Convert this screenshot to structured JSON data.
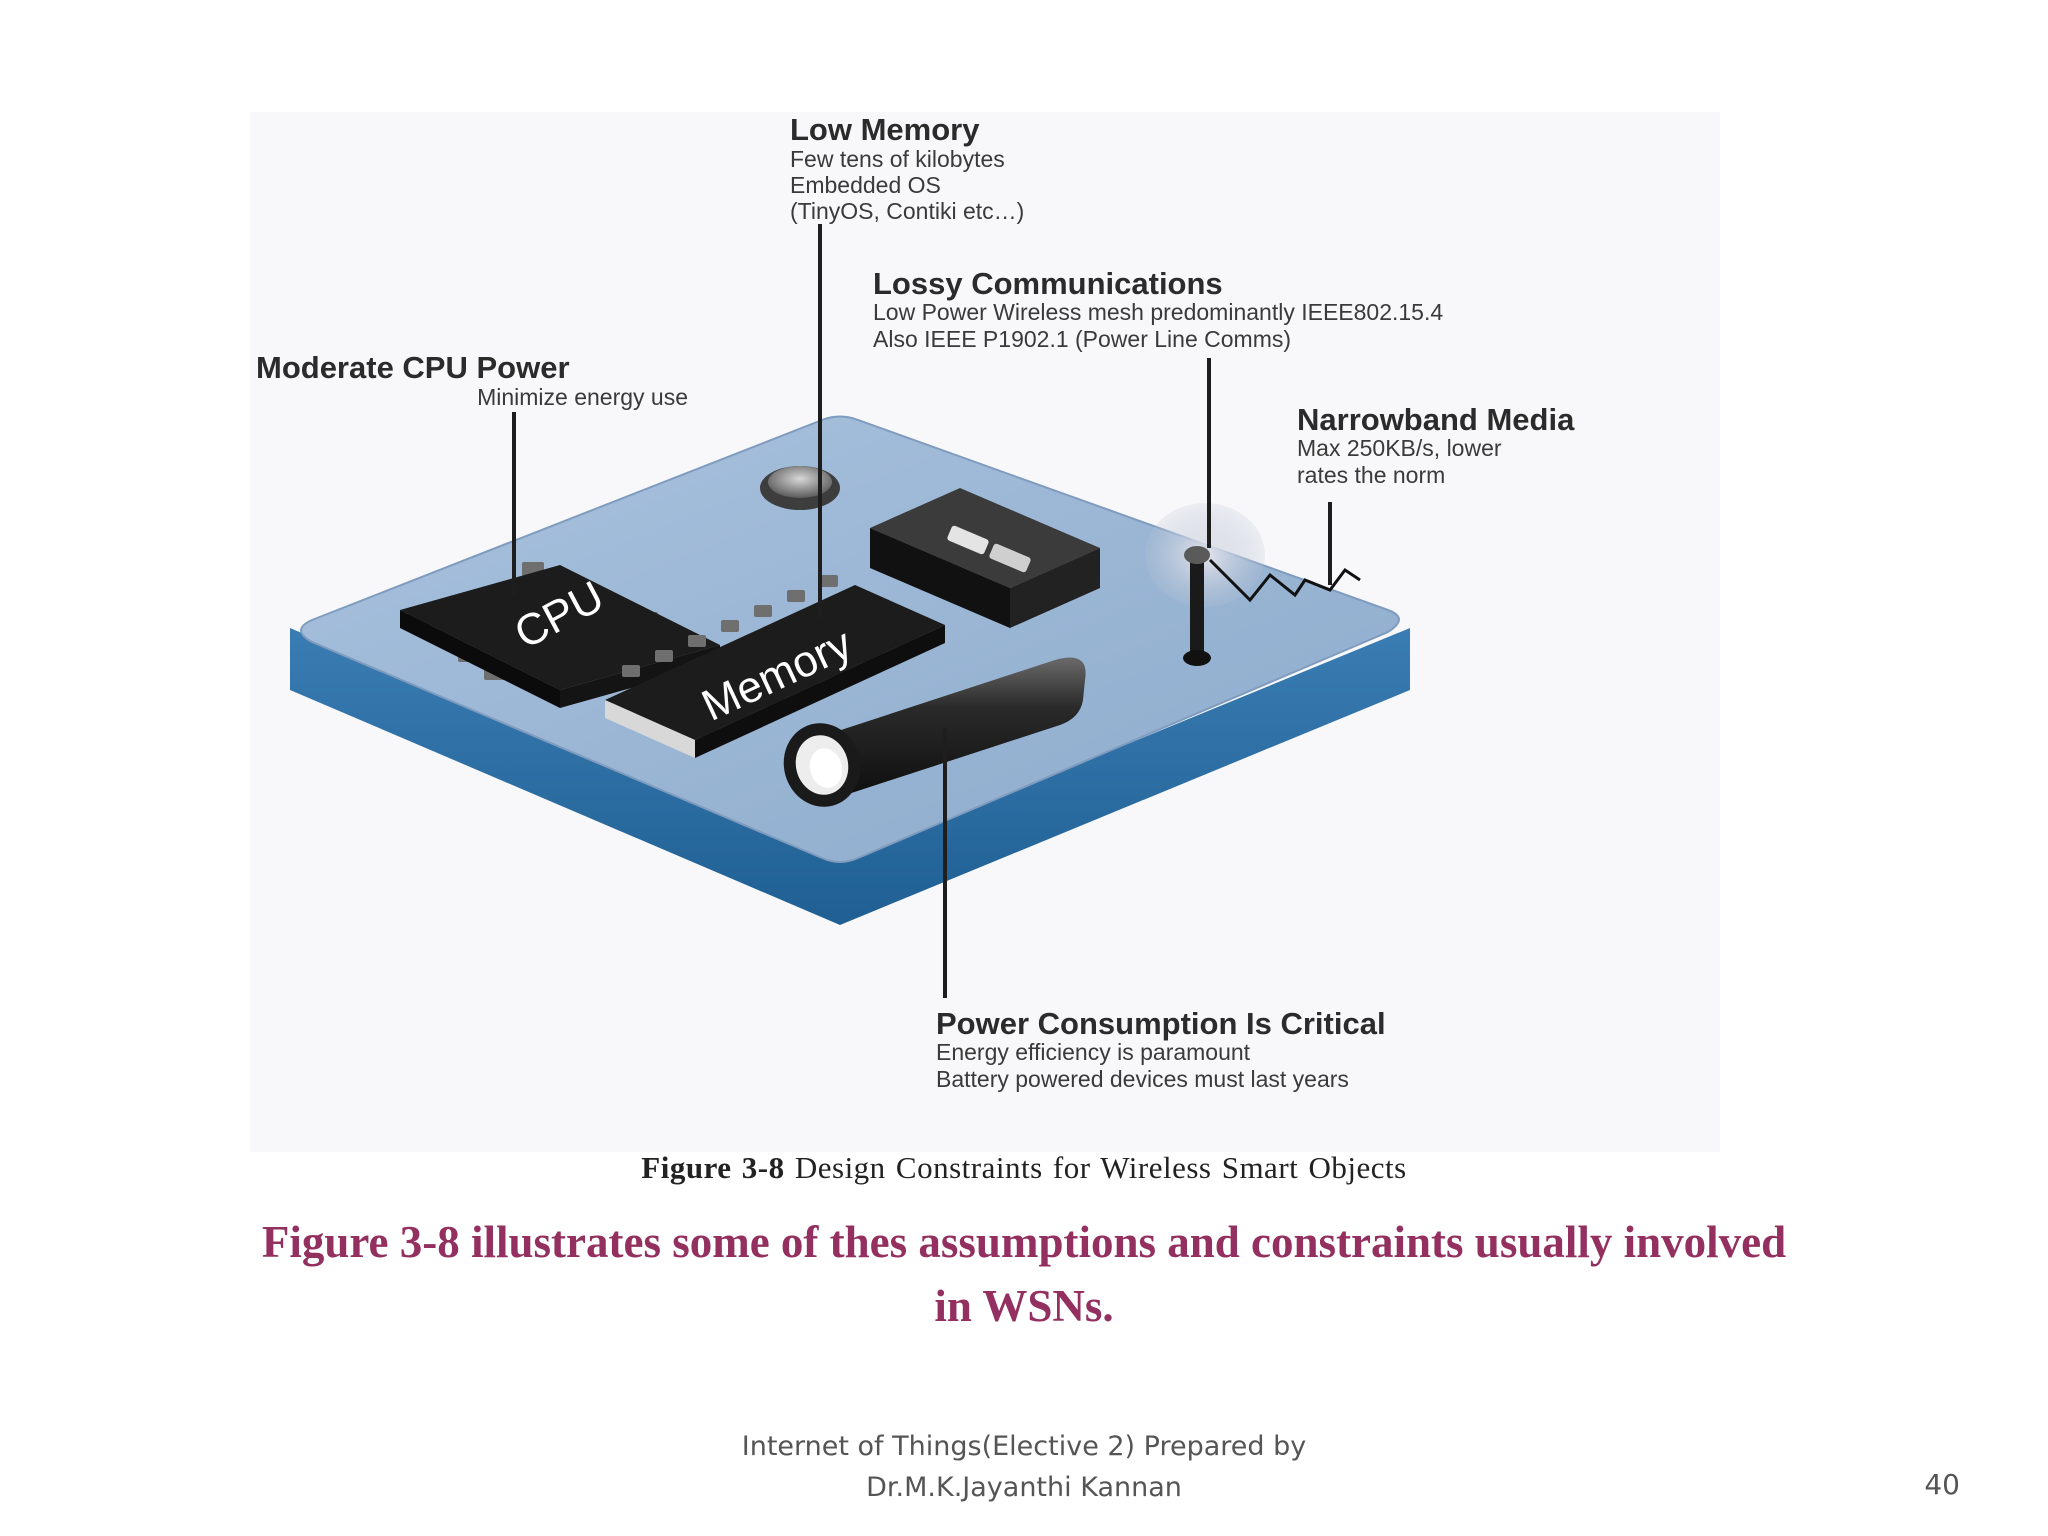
{
  "figure": {
    "chip_labels": {
      "cpu": "CPU",
      "memory": "Memory"
    },
    "callouts": {
      "low_memory": {
        "title": "Low Memory",
        "lines": [
          "Few tens of kilobytes",
          "Embedded OS",
          "(TinyOS, Contiki etc…)"
        ]
      },
      "lossy_communications": {
        "title": "Lossy Communications",
        "lines": [
          "Low Power Wireless mesh predominantly IEEE802.15.4",
          "Also IEEE P1902.1 (Power Line Comms)"
        ]
      },
      "moderate_cpu": {
        "title": "Moderate CPU Power",
        "lines": [
          "Minimize energy use"
        ]
      },
      "narrowband_media": {
        "title": "Narrowband Media",
        "lines": [
          "Max 250KB/s, lower",
          "rates the norm"
        ]
      },
      "power_consumption": {
        "title": "Power Consumption Is Critical",
        "lines": [
          "Energy efficiency is paramount",
          "Battery powered devices must last years"
        ]
      }
    },
    "caption": {
      "number": "Figure 3-8",
      "text": "Design Constraints for Wireless Smart Objects"
    }
  },
  "description": "Figure 3-8 illustrates some of thes assumptions and constraints usually involved in WSNs.",
  "footer": {
    "line1": "Internet of Things(Elective 2) Prepared by",
    "line2": "Dr.M.K.Jayanthi Kannan"
  },
  "page_number": "40",
  "colors": {
    "board_top": "#9db8d6",
    "board_side": "#2d6fa5",
    "chip": "#1c1c1c",
    "description_text": "#93305f"
  }
}
